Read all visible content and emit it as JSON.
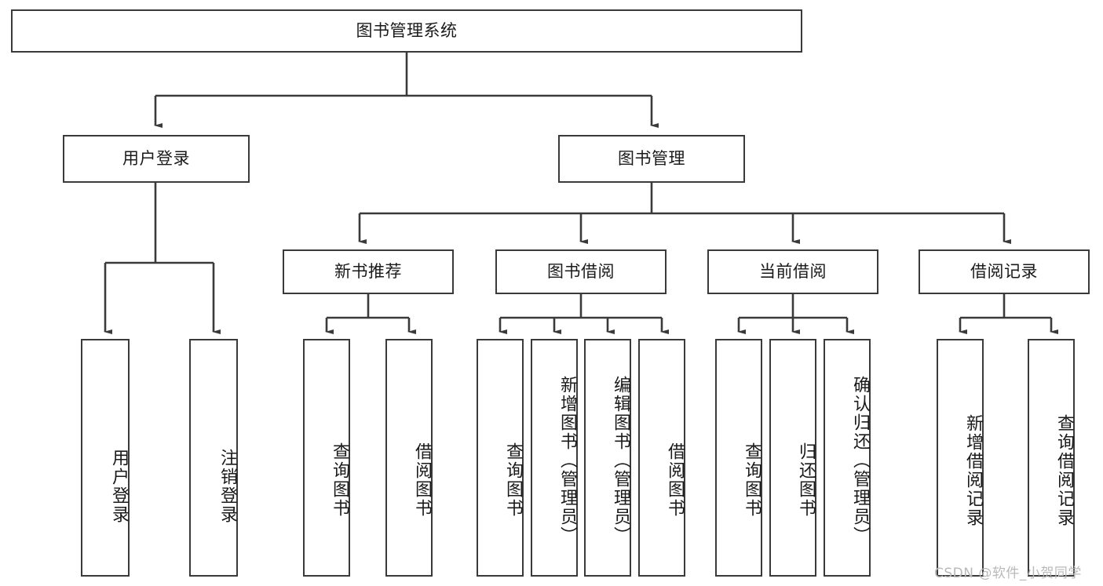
{
  "diagram": {
    "title": "图书管理系统",
    "type": "tree-hierarchy-chart",
    "stroke_color": "#3a3a3a",
    "fill_color": "#ffffff",
    "text_color": "#1a1a1a"
  },
  "root": {
    "label": "图书管理系统"
  },
  "level1": [
    {
      "label": "用户登录"
    },
    {
      "label": "图书管理"
    }
  ],
  "level2": [
    {
      "label": "新书推荐"
    },
    {
      "label": "图书借阅"
    },
    {
      "label": "当前借阅"
    },
    {
      "label": "借阅记录"
    }
  ],
  "leaves": {
    "user_login": [
      {
        "label": "用户登录"
      },
      {
        "label": "注销登录"
      }
    ],
    "new_book_recommend": [
      {
        "label": "查询图书"
      },
      {
        "label": "借阅图书"
      }
    ],
    "book_borrow": [
      {
        "label": "查询图书"
      },
      {
        "label": "新增图书（管理员）"
      },
      {
        "label": "编辑图书（管理员）"
      },
      {
        "label": "借阅图书"
      }
    ],
    "current_borrow": [
      {
        "label": "查询图书"
      },
      {
        "label": "归还图书"
      },
      {
        "label": "确认归还（管理员）"
      }
    ],
    "borrow_record": [
      {
        "label": "新增借阅记录"
      },
      {
        "label": "查询借阅记录"
      }
    ]
  },
  "watermark": {
    "text": "CSDN @软件_小贺同学"
  }
}
